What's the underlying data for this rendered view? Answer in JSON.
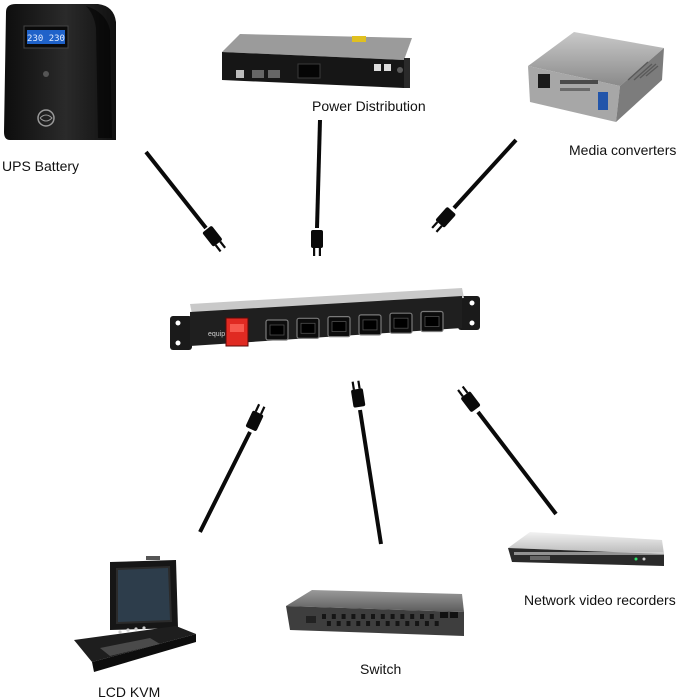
{
  "devices": {
    "ups": {
      "label": "UPS Battery",
      "display_text": "230 230"
    },
    "pdu_top": {
      "label": "Power Distribution"
    },
    "media_converter": {
      "label": "Media converters"
    },
    "lcd_kvm": {
      "label": "LCD KVM"
    },
    "switch": {
      "label": "Switch"
    },
    "nvr": {
      "label": "Network video recorders"
    }
  },
  "center_pdu": {
    "brand": "equip",
    "outlet_count": 6
  },
  "colors": {
    "cable": "#0a0a0a",
    "device_dark": "#1b1b1b",
    "pdu_rail": "#bdbdbd",
    "switch_red": "#e02a22",
    "lcd_screen": "#3a8fe0"
  }
}
